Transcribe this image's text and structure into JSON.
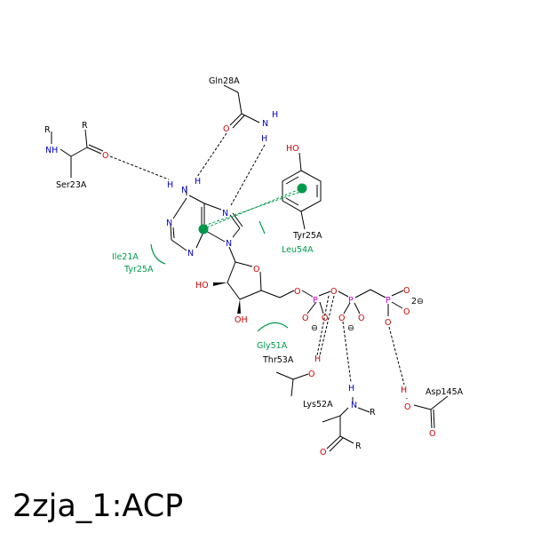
{
  "caption": "2zja_1:ACP",
  "colors": {
    "bond": "#000000",
    "nitrogen": "#0000cc",
    "oxygen": "#cc0000",
    "phosphorus": "#cc00cc",
    "interaction": "#00994c"
  },
  "atoms": {
    "N": "N",
    "O": "O",
    "P": "P",
    "H": "H",
    "HO": "HO",
    "OH": "OH",
    "R": "R",
    "NH": "NH",
    "HN": "HN",
    "H_O": "H",
    "charge_minus": "⊖",
    "charge_2minus": "2⊖"
  },
  "residues": {
    "gln28": "Gln28A",
    "ser23": "Ser23A",
    "tyr25_ring": "Tyr25A",
    "leu54": "Leu54A",
    "ile21": "Ile21A",
    "tyr25_hydro": "Tyr25A",
    "gly51": "Gly51A",
    "thr53": "Thr53A",
    "lys52": "Lys52A",
    "asp145": "Asp145A"
  }
}
